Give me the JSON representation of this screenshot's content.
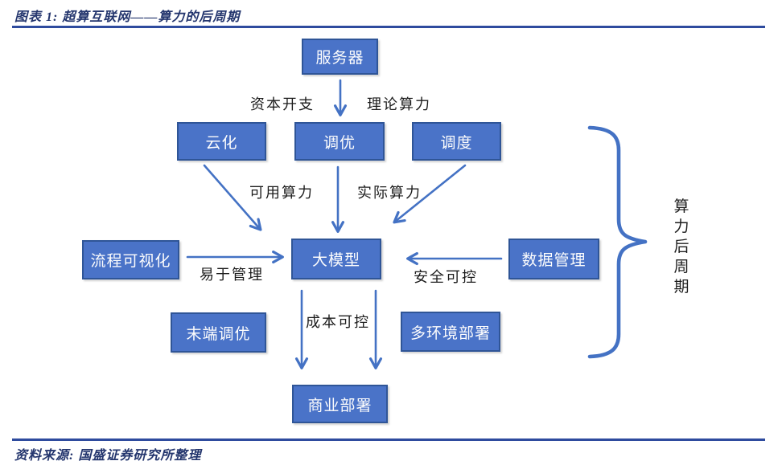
{
  "header": {
    "title": "图表 1: 超算互联网——算力的后周期"
  },
  "footer": {
    "source": "资料来源: 国盛证券研究所整理"
  },
  "colors": {
    "caption_navy": "#24366E",
    "rule_blue": "#2E4B9E",
    "box_fill": "#4A73C8",
    "box_border": "#2F5597",
    "box_text": "#FDFDFD",
    "arrow_blue": "#4472C4",
    "label_text": "#1C1C1C"
  },
  "diagram": {
    "nodes": {
      "server": "服务器",
      "cloudification": "云化",
      "tuning": "调优",
      "scheduling": "调度",
      "process_visualization": "流程可视化",
      "large_model": "大模型",
      "data_management": "数据管理",
      "terminal_tuning": "末端调优",
      "multi_env_deployment": "多环境部署",
      "commercial_deployment": "商业部署"
    },
    "edge_labels": {
      "capex": "资本开支",
      "theoretical_power": "理论算力",
      "available_power": "可用算力",
      "actual_power": "实际算力",
      "easy_management": "易于管理",
      "security_controllable": "安全可控",
      "cost_controllable": "成本可控"
    },
    "brace_label": "算力后周期"
  }
}
